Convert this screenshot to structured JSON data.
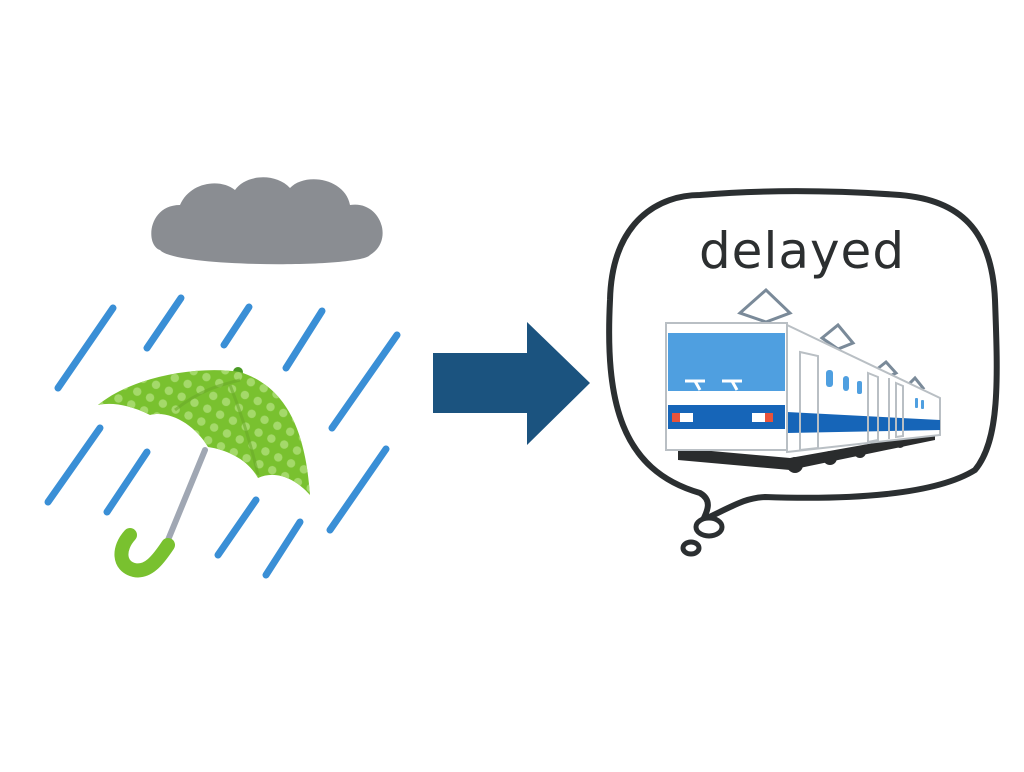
{
  "slide": {
    "left_scene": {
      "label": "rain-with-umbrella",
      "elements": [
        "cloud",
        "rain-drops",
        "umbrella"
      ]
    },
    "connector": {
      "label": "arrow-right"
    },
    "right_scene": {
      "label": "thought-bubble",
      "caption": "delayed",
      "elements": [
        "train"
      ]
    },
    "colors": {
      "cloud": "#8a8d92",
      "rain": "#3a8fd6",
      "umbrella": "#79c12f",
      "umbrella_dots": "#a4d96a",
      "umbrella_pole": "#a0a7b3",
      "arrow": "#1b537f",
      "bubble_stroke": "#2b2f31",
      "train_window": "#4f9fe0",
      "train_stripe": "#1665b8",
      "train_outline": "#b9bfc4",
      "train_light": "#e8533b",
      "train_undercarriage": "#2a2c2d"
    }
  }
}
